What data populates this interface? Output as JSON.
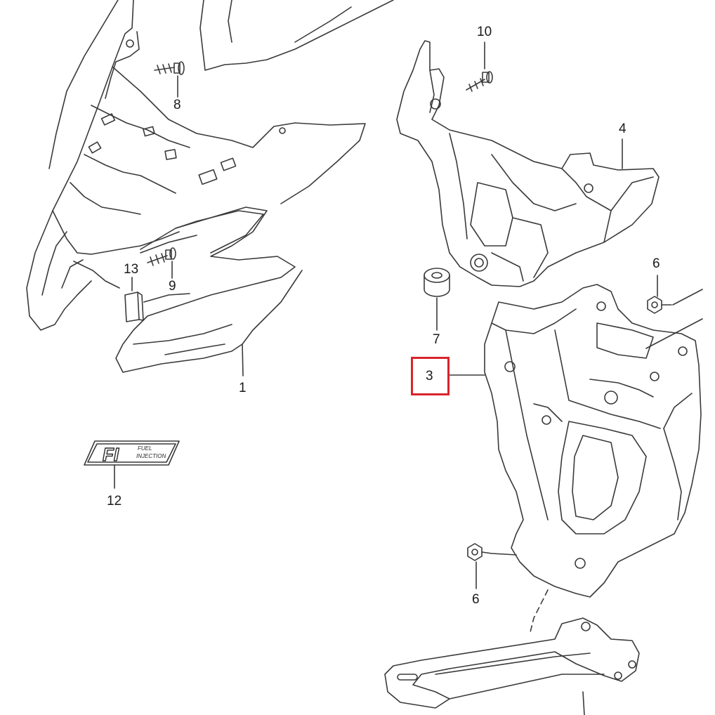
{
  "callouts": {
    "p1": "1",
    "p3": "3",
    "p4": "4",
    "p6a": "6",
    "p6b": "6",
    "p7": "7",
    "p8": "8",
    "p9": "9",
    "p10": "10",
    "p12": "12",
    "p13": "13"
  },
  "emblem": {
    "mark": "FI",
    "line1": "FUEL",
    "line2": "INJECTION"
  },
  "highlight": {
    "part": "3",
    "color": "#d9242b"
  },
  "colors": {
    "line": "#3a3a3a",
    "background": "#ffffff"
  }
}
